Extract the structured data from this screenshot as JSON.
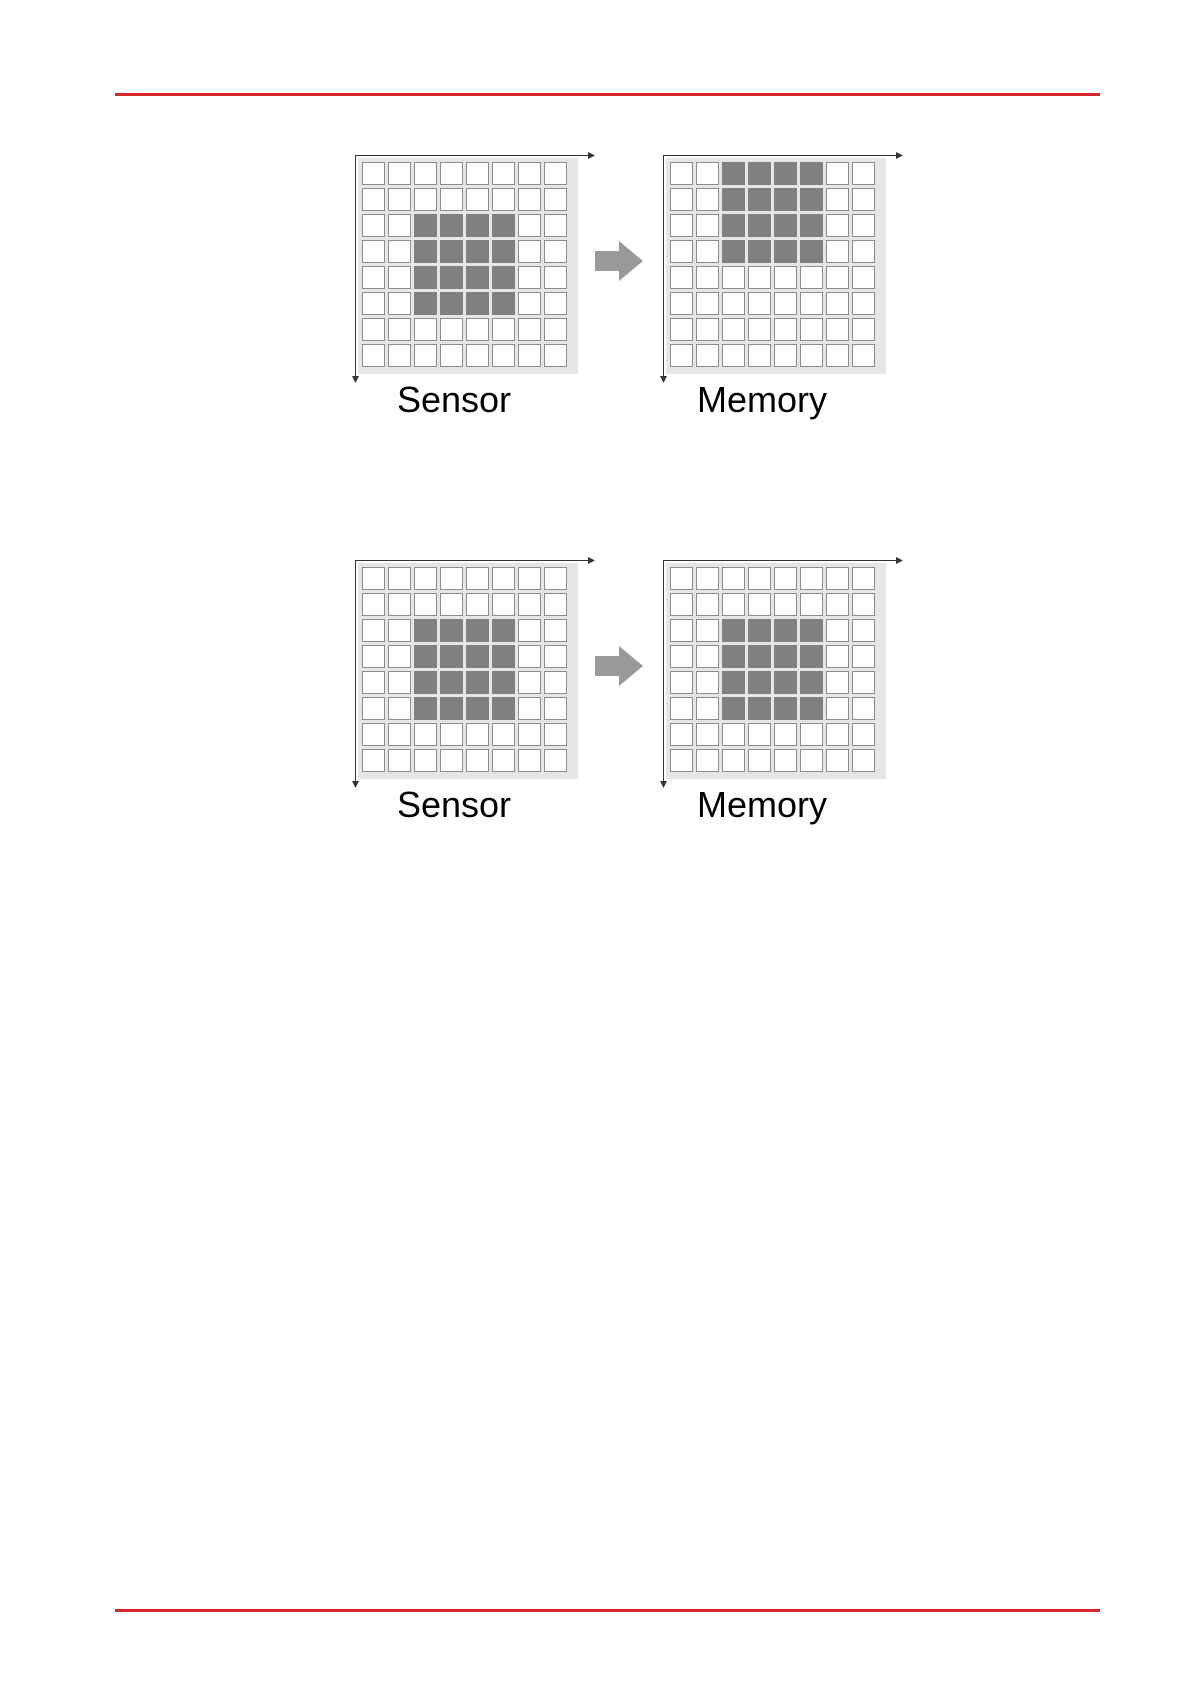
{
  "colors": {
    "rule": "#d9262c",
    "panel": "#e6e6e6",
    "cell_border": "#8c8c8c",
    "cell_empty": "#ffffff",
    "cell_filled": "#808080",
    "arrow": "#999999",
    "axis": "#333333"
  },
  "grid": {
    "rows": 8,
    "cols": 8
  },
  "figures": [
    {
      "sensor": {
        "label": "Sensor",
        "block": {
          "row_start": 2,
          "row_end": 5,
          "col_start": 2,
          "col_end": 5
        }
      },
      "arrow_icon": "right-arrow-icon",
      "memory": {
        "label": "Memory",
        "block": {
          "row_start": 0,
          "row_end": 3,
          "col_start": 2,
          "col_end": 5
        }
      }
    },
    {
      "sensor": {
        "label": "Sensor",
        "block": {
          "row_start": 2,
          "row_end": 5,
          "col_start": 2,
          "col_end": 5
        }
      },
      "arrow_icon": "right-arrow-icon",
      "memory": {
        "label": "Memory",
        "block": {
          "row_start": 2,
          "row_end": 5,
          "col_start": 2,
          "col_end": 5
        }
      }
    }
  ]
}
